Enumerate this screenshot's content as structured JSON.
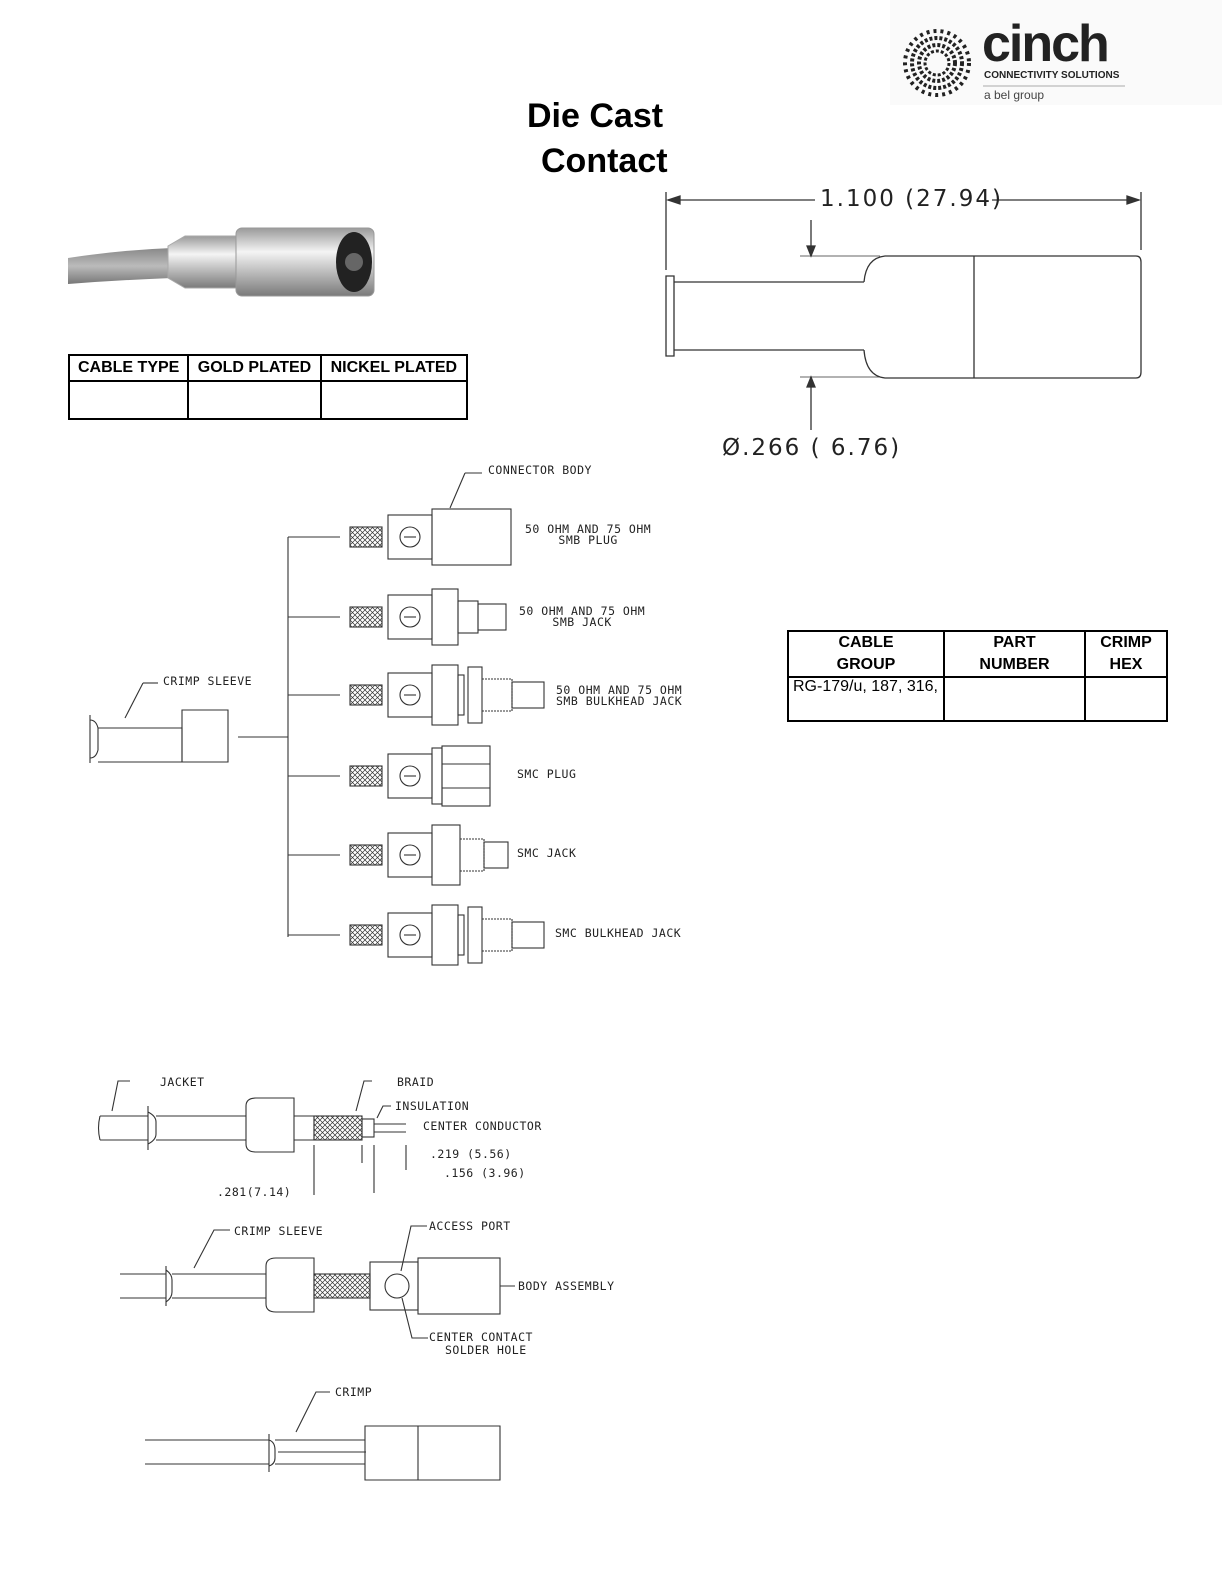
{
  "logo": {
    "brand": "cinch",
    "tagline": "CONNECTIVITY SOLUTIONS",
    "sub": "a bel group"
  },
  "title": {
    "line1": "Die Cast",
    "line2": "Contact"
  },
  "plating_table": {
    "headers": [
      "CABLE TYPE",
      "GOLD PLATED",
      "NICKEL PLATED"
    ],
    "rows": [
      [
        "",
        "",
        ""
      ]
    ]
  },
  "outline": {
    "length": "1.100  (27.94)",
    "diameter": "Ø.266  ( 6.76)"
  },
  "part_table": {
    "headers": [
      [
        "CABLE",
        "GROUP"
      ],
      [
        "PART",
        "NUMBER"
      ],
      [
        "CRIMP",
        "HEX"
      ]
    ],
    "rows": [
      [
        "RG-179/u, 187, 316,",
        "",
        ""
      ]
    ]
  },
  "assembly": {
    "connector_body": "CONNECTOR BODY",
    "crimp_sleeve": "CRIMP SLEEVE",
    "connectors": [
      {
        "line1": "50 OHM AND 75 OHM",
        "line2": "SMB PLUG"
      },
      {
        "line1": "50 OHM AND 75 OHM",
        "line2": "SMB JACK"
      },
      {
        "line1": "50 OHM AND 75 OHM",
        "line2": "SMB BULKHEAD JACK"
      },
      {
        "line1": "SMC PLUG",
        "line2": ""
      },
      {
        "line1": "SMC JACK",
        "line2": ""
      },
      {
        "line1": "SMC BULKHEAD JACK",
        "line2": ""
      }
    ]
  },
  "prep": {
    "jacket": "JACKET",
    "braid": "BRAID",
    "insulation": "INSULATION",
    "center_conductor": "CENTER CONDUCTOR",
    "d1": ".219 (5.56)",
    "d2": ".156 (3.96)",
    "d3": ".281(7.14)"
  },
  "step2": {
    "crimp_sleeve": "CRIMP SLEEVE",
    "access_port": "ACCESS PORT",
    "body_assembly": "BODY ASSEMBLY",
    "center_contact": "CENTER CONTACT",
    "solder_hole": "SOLDER HOLE"
  },
  "step3": {
    "crimp": "CRIMP"
  }
}
